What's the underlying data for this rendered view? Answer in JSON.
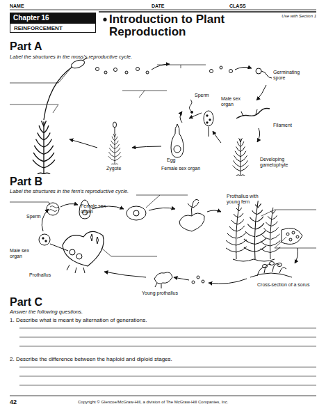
{
  "diagram": {
    "title": "Introduction to Plant Reproduction",
    "nodes": [
      {
        "text": [
          "Chapter 16"
        ]
      },
      {
        "text": [
          "REINFORCEMENT"
        ]
      }
    ],
    "labels": [
      "NAME",
      "DATE",
      "CLASS",
      "Use with Section 1",
      "Part A",
      "Label the structures in the moss's reproductive cycle.",
      "Germinating spore",
      "Male sex organ",
      "Sperm",
      "Filament",
      "Egg",
      "Developing gametophyte",
      "Zygote",
      "Female sex organ",
      "Part B",
      "Label the structures in the fern's reproductive cycle.",
      "Prothallus with young fern",
      "Female sex organ",
      "Sperm",
      "Male sex organ",
      "Prothallus",
      "Young prothallus",
      "Cross-section of a sorus",
      "Part C",
      "Answer the following questions.",
      "1. Describe what is meant by alternation of generations.",
      "2. Describe the difference between the haploid and diploid stages.",
      "42",
      "Copyright © Glencoe/McGraw-Hill, a division of The McGraw-Hill Companies, Inc."
    ]
  }
}
